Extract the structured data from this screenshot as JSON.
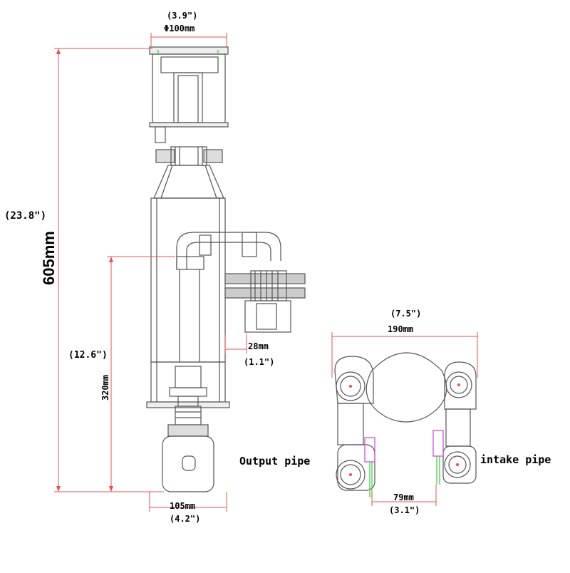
{
  "labels": {
    "top_width_in": "(3.9\")",
    "top_width_mm": "Φ100mm",
    "total_height_in": "(23.8\")",
    "total_height_mm": "605mm",
    "mid_height_in": "(12.6\")",
    "mid_height_mm": "320mm",
    "offset_mm": "28mm",
    "offset_in": "(1.1\")",
    "base_width_mm": "105mm",
    "base_width_in": "(4.2\")",
    "plan_width_in": "(7.5\")",
    "plan_width_mm": "190mm",
    "pipe_spacing_mm": "79mm",
    "pipe_spacing_in": "(3.1\")",
    "output_pipe": "Output pipe",
    "intake_pipe": "intake pipe"
  },
  "colors": {
    "outline": "#555555",
    "dimension": "#e85050",
    "accent_green": "#3cc83c",
    "accent_magenta": "#d040d0"
  }
}
